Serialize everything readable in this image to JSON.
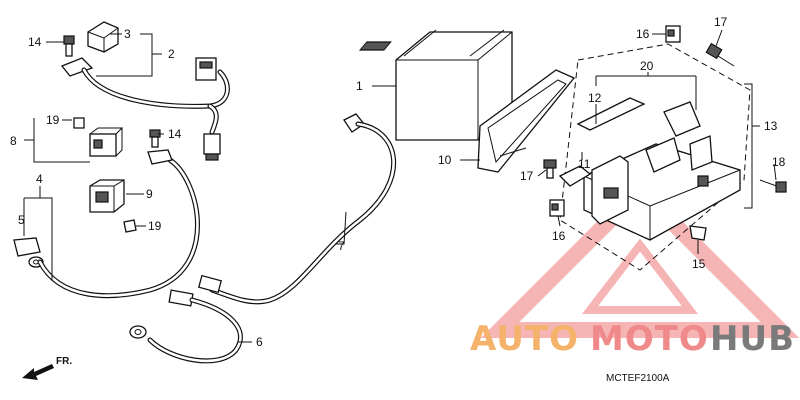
{
  "diagram": {
    "callouts": [
      "1",
      "2",
      "3",
      "4",
      "5",
      "6",
      "7",
      "8",
      "9",
      "10",
      "11",
      "12",
      "13",
      "14",
      "14",
      "15",
      "16",
      "16",
      "17",
      "17",
      "18",
      "19",
      "19",
      "20"
    ],
    "front_marker": "FR.",
    "diagram_code": "MCTEF2100A"
  },
  "watermark": {
    "part1": "AUTO",
    "part2": "MOTO",
    "part3": "HUB",
    "colors": {
      "auto": "#f5b26b",
      "moto": "#f08a8a",
      "hub": "#7a7a7a",
      "triangle": "#f07a7a"
    }
  }
}
